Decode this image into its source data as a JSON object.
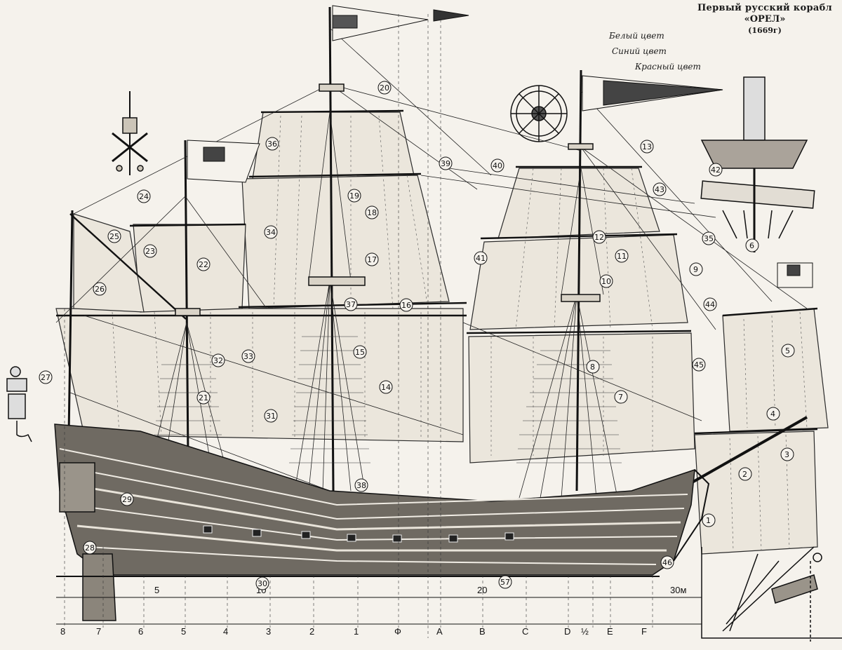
{
  "title": {
    "line1": "Первый русский корабл",
    "line2": "«ОРЕЛ»",
    "line3": "(1669г)"
  },
  "flag_colors": {
    "white": "Белый цвет",
    "blue": "Синий цвет",
    "red": "Красный цвет"
  },
  "scale": {
    "ticks": [
      "5",
      "10",
      "20",
      "30м"
    ]
  },
  "frames_aft": [
    "8",
    "7",
    "6",
    "5",
    "4",
    "3",
    "2",
    "1",
    "Ф"
  ],
  "frames_fore": [
    "A",
    "B",
    "C",
    "D",
    "½",
    "E",
    "F"
  ],
  "callouts": [
    "1",
    "2",
    "3",
    "4",
    "5",
    "6",
    "7",
    "8",
    "9",
    "10",
    "11",
    "12",
    "13",
    "14",
    "15",
    "16",
    "17",
    "18",
    "19",
    "20",
    "21",
    "22",
    "23",
    "24",
    "25",
    "26",
    "27",
    "28",
    "29",
    "30",
    "31",
    "32",
    "33",
    "34",
    "35",
    "36",
    "37",
    "38",
    "39",
    "40",
    "41",
    "42",
    "43",
    "44",
    "45",
    "46",
    "57"
  ]
}
